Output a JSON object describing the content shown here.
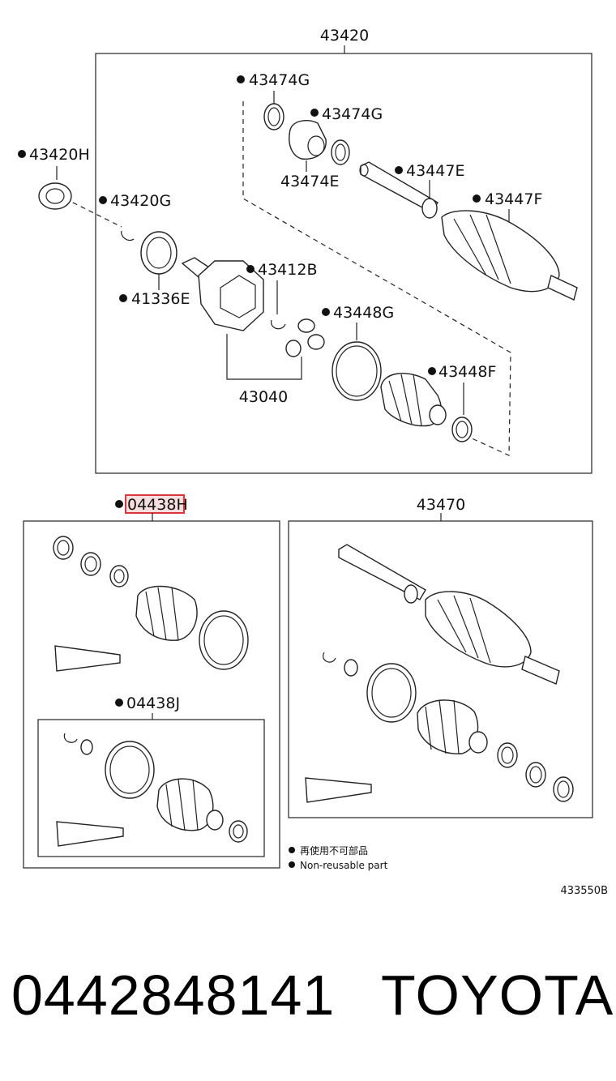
{
  "diagram": {
    "labels": {
      "assembly_top": "43420",
      "p43474G_a": "43474G",
      "p43474G_b": "43474G",
      "p43474E": "43474E",
      "p43447E": "43447E",
      "p43447F": "43447F",
      "p43420H": "43420H",
      "p43420G": "43420G",
      "p41336E": "41336E",
      "p43412B": "43412B",
      "p43448G": "43448G",
      "p43448F": "43448F",
      "p43040": "43040",
      "kit_boot": "04438H",
      "kit_inner": "04438J",
      "assembly_shaft": "43470"
    },
    "legend": {
      "line_cn": "再使用不可部品",
      "line_en": "Non-reusable part"
    },
    "ref_code": "433550B"
  },
  "footer": {
    "part_number": "0442848141",
    "brand": "TOYOTA"
  },
  "colors": {
    "highlight": "#d9363e",
    "highlight_fill": "#f6dede",
    "ink": "#111111"
  }
}
